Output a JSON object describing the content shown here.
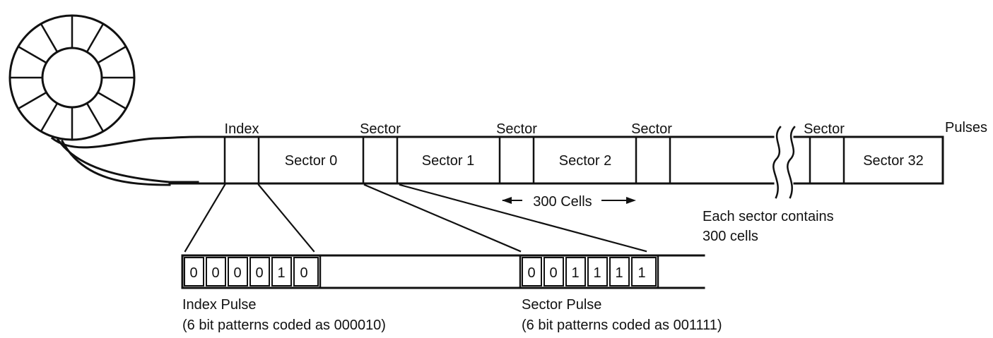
{
  "labels": {
    "index": "Index",
    "sector_marker_1": "Sector",
    "sector_marker_2": "Sector",
    "sector_marker_3": "Sector",
    "sector_marker_4": "Sector",
    "pulses": "Pulses",
    "sector_0": "Sector 0",
    "sector_1": "Sector 1",
    "sector_2": "Sector 2",
    "sector_32": "Sector 32",
    "cells_span": "300 Cells",
    "note_line_1": "Each sector contains",
    "note_line_2": "300 cells",
    "index_pulse_title": "Index Pulse",
    "index_pulse_desc": "(6 bit patterns coded as 000010)",
    "sector_pulse_title": "Sector Pulse",
    "sector_pulse_desc": "(6 bit patterns coded as 001111)"
  },
  "index_bits": [
    "0",
    "0",
    "0",
    "0",
    "1",
    "0"
  ],
  "sector_bits": [
    "0",
    "0",
    "1",
    "1",
    "1",
    "1"
  ]
}
